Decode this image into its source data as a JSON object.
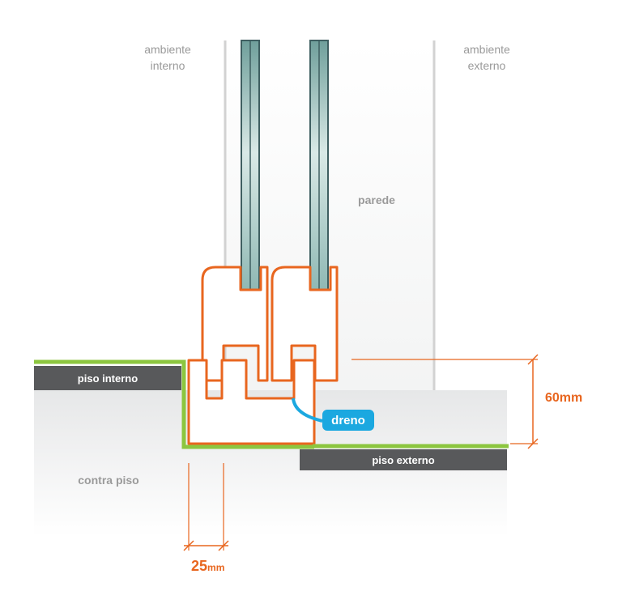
{
  "labels": {
    "ambiente_interno_1": "ambiente",
    "ambiente_interno_2": "interno",
    "ambiente_externo_1": "ambiente",
    "ambiente_externo_2": "externo",
    "parede": "parede",
    "piso_interno": "piso interno",
    "piso_externo": "piso externo",
    "contra_piso": "contra piso",
    "dreno": "dreno",
    "dim_height_value": "60mm",
    "dim_width_value": "25",
    "dim_width_unit": "mm"
  },
  "colors": {
    "profile": "#e8661f",
    "green_edge": "#8cc63f",
    "floor_dark": "#58595b",
    "drain": "#1ba8e0",
    "glass": "#8fb8b4",
    "glass_frame": "#3f5f61",
    "wall_line": "#d2d2d2"
  },
  "icons": {
    "dimension": "dimension-arrow-icon"
  }
}
